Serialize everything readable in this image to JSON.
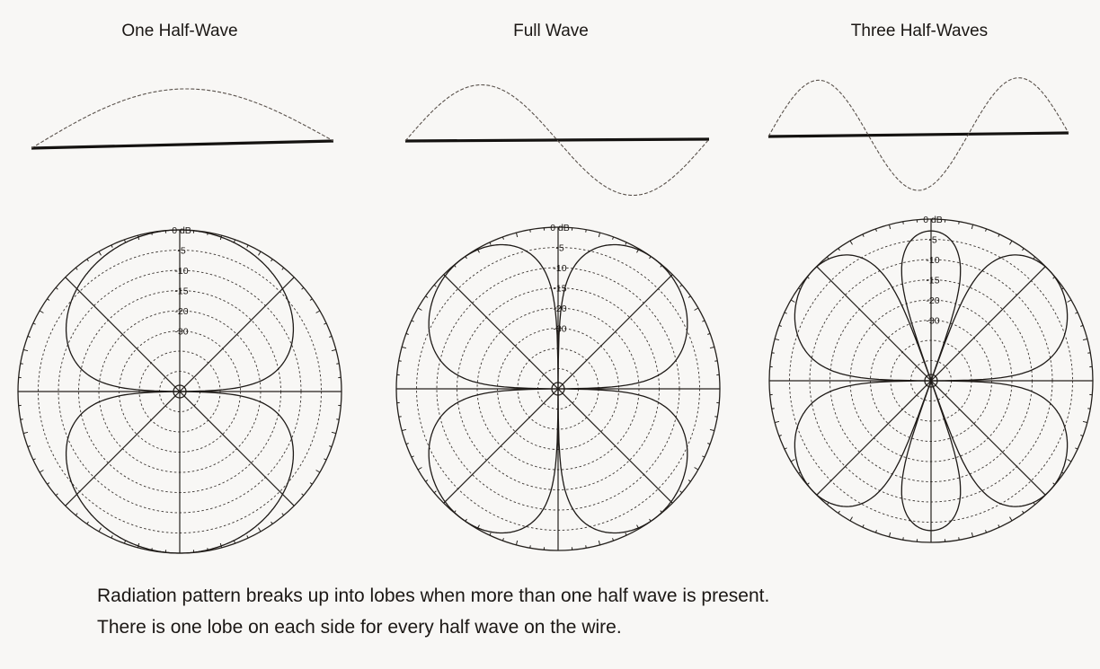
{
  "panels": [
    {
      "title": "One Half-Wave",
      "half_waves": 1
    },
    {
      "title": "Full Wave",
      "half_waves": 2
    },
    {
      "title": "Three Half-Waves",
      "half_waves": 3
    }
  ],
  "polar_scale": {
    "ring_labels": [
      "0 dB",
      "-5",
      "-10",
      "-15",
      "-20",
      "-30"
    ],
    "rings_db": [
      0,
      -5,
      -10,
      -15,
      -20,
      -25,
      -30,
      -35,
      -40
    ]
  },
  "caption": {
    "line1": "Radiation pattern breaks up into lobes when more than one half wave is present.",
    "line2": "There is one lobe on each side for every half wave on the wire."
  },
  "colors": {
    "ink": "#1e1a17",
    "paper": "#f8f7f5"
  }
}
